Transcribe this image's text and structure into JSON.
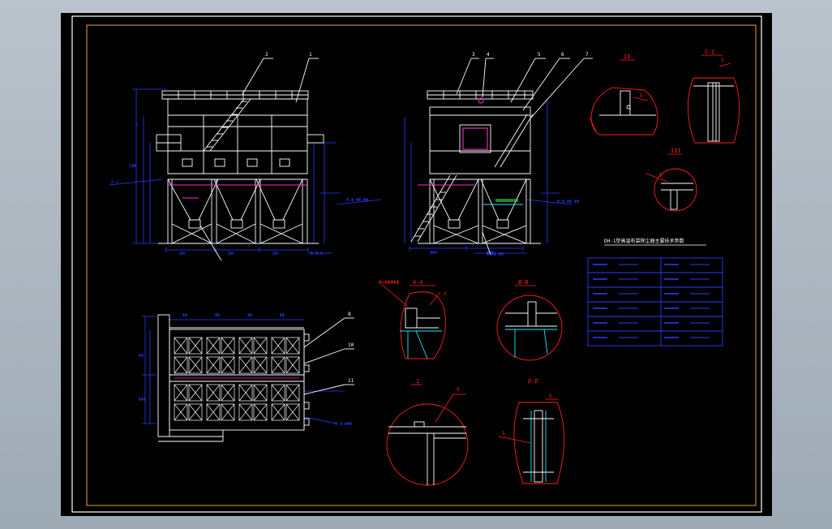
{
  "colors": {
    "structure": "#ffffff",
    "dimension": "#2b3cff",
    "section_outline": "#ff2020",
    "frame_outer": "#ffffff",
    "frame_inner": "#e8a23a",
    "accent_magenta": "#ff2bd6",
    "accent_cyan": "#22e6ff",
    "accent_green": "#29d44a"
  },
  "callouts": {
    "front": [
      "2",
      "1"
    ],
    "side": [
      "3",
      "4",
      "5",
      "6",
      "7"
    ],
    "plan": [
      "8",
      "10",
      "11"
    ]
  },
  "section_labels": {
    "aa": "A-A",
    "bb": "B-B",
    "cc": "C-C",
    "dd": "D-D",
    "detail_1": "1",
    "detail_2": "II",
    "detail_3": "III"
  },
  "weld_note": "5",
  "table": {
    "title": "DH-1型高温布袋除尘器主要技术参数"
  }
}
